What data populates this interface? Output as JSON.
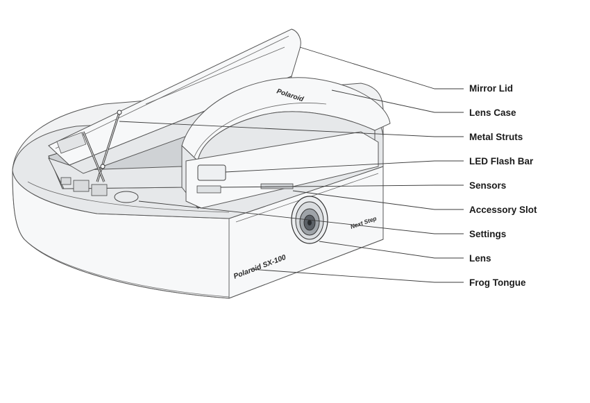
{
  "diagram": {
    "callouts": [
      {
        "id": "mirror-lid",
        "label": "Mirror Lid"
      },
      {
        "id": "lens-case",
        "label": "Lens Case"
      },
      {
        "id": "metal-struts",
        "label": "Metal Struts"
      },
      {
        "id": "led-flash-bar",
        "label": "LED Flash Bar"
      },
      {
        "id": "sensors",
        "label": "Sensors"
      },
      {
        "id": "accessory-slot",
        "label": "Accessory Slot"
      },
      {
        "id": "settings",
        "label": "Settings"
      },
      {
        "id": "lens",
        "label": "Lens"
      },
      {
        "id": "frog-tongue",
        "label": "Frog Tongue"
      }
    ],
    "engravings": {
      "model_name": "Polaroid SX-100",
      "side_text": "Next Step",
      "lens_case_logo": "Polaroid"
    }
  },
  "colors": {
    "line": "#3a3a3a",
    "body": "#f1f2f3",
    "label": "#1a1a1a"
  }
}
